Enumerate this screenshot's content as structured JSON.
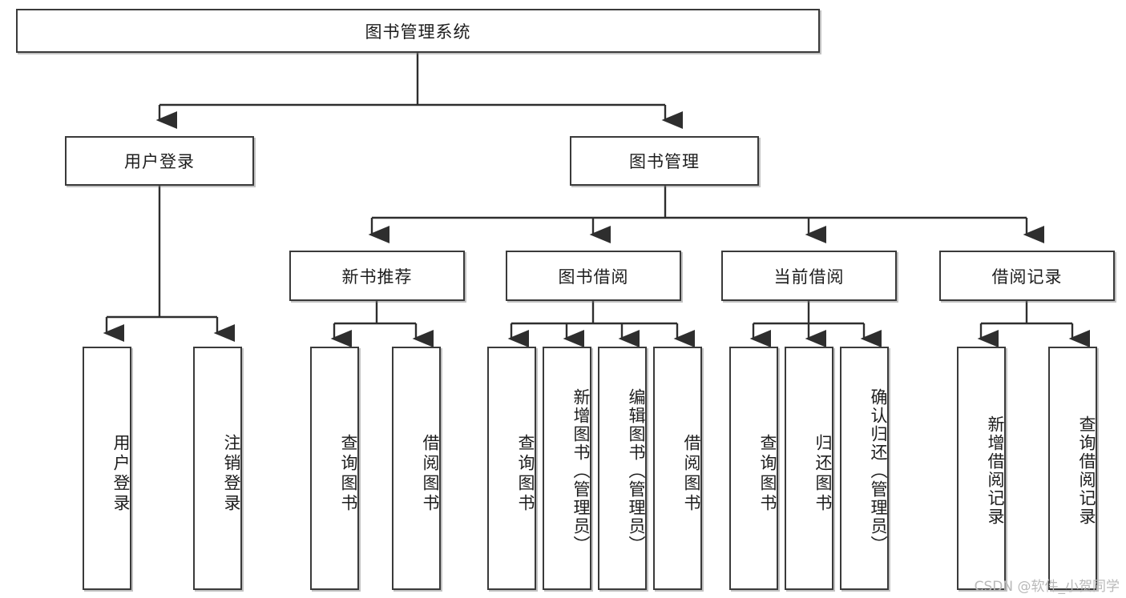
{
  "diagram": {
    "title": "图书管理系统",
    "type": "tree",
    "root": {
      "id": "root",
      "label": "图书管理系统"
    },
    "level2": [
      {
        "id": "user-login",
        "label": "用户登录"
      },
      {
        "id": "book-management",
        "label": "图书管理"
      }
    ],
    "level3": [
      {
        "id": "new-book-recommend",
        "label": "新书推荐"
      },
      {
        "id": "book-borrow",
        "label": "图书借阅"
      },
      {
        "id": "current-borrow",
        "label": "当前借阅"
      },
      {
        "id": "borrow-record",
        "label": "借阅记录"
      }
    ],
    "leaves": {
      "user_login": [
        {
          "id": "leaf-user-login",
          "label": "用户登录"
        },
        {
          "id": "leaf-logout-login",
          "label": "注销登录"
        }
      ],
      "new_book_recommend": [
        {
          "id": "leaf-query-book-1",
          "label": "查询图书"
        },
        {
          "id": "leaf-borrow-book-1",
          "label": "借阅图书"
        }
      ],
      "book_borrow": [
        {
          "id": "leaf-query-book-2",
          "label": "查询图书"
        },
        {
          "id": "leaf-add-book-admin",
          "label": "新增图书（管理员）"
        },
        {
          "id": "leaf-edit-book-admin",
          "label": "编辑图书（管理员）"
        },
        {
          "id": "leaf-borrow-book-2",
          "label": "借阅图书"
        }
      ],
      "current_borrow": [
        {
          "id": "leaf-query-book-3",
          "label": "查询图书"
        },
        {
          "id": "leaf-return-book",
          "label": "归还图书"
        },
        {
          "id": "leaf-confirm-return-admin",
          "label": "确认归还（管理员）"
        }
      ],
      "borrow_record": [
        {
          "id": "leaf-add-borrow-record",
          "label": "新增借阅记录"
        },
        {
          "id": "leaf-query-borrow-record",
          "label": "查询借阅记录"
        }
      ]
    }
  },
  "watermark": {
    "text": "CSDN @软件_小贺同学"
  },
  "colors": {
    "stroke": "#3a3a3a",
    "fill": "#ffffff",
    "text": "#1d1d1d",
    "watermark": "#b9b9b9"
  }
}
